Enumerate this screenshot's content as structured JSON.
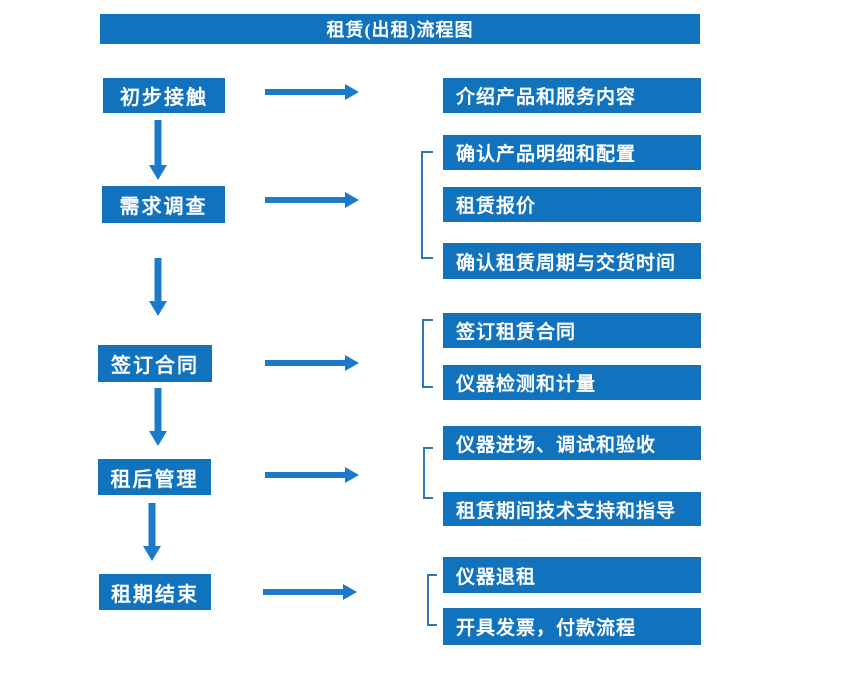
{
  "title": "租赁(出租)流程图",
  "colors": {
    "page_bg": "#ffffff",
    "box_blue": "#1173BE",
    "arrow_blue": "#1B7AC9",
    "bracket_blue": "#2E75B6",
    "text_white": "#ffffff"
  },
  "flow": {
    "steps": [
      {
        "label": "初步接触",
        "details": [
          "介绍产品和服务内容"
        ]
      },
      {
        "label": "需求调查",
        "details": [
          "确认产品明细和配置",
          "租赁报价",
          "确认租赁周期与交货时间"
        ]
      },
      {
        "label": "签订合同",
        "details": [
          "签订租赁合同",
          "仪器检测和计量"
        ]
      },
      {
        "label": "租后管理",
        "details": [
          "仪器进场、调试和验收",
          "租赁期间技术支持和指导"
        ]
      },
      {
        "label": "租期结束",
        "details": [
          "仪器退租",
          "开具发票，付款流程"
        ]
      }
    ]
  }
}
